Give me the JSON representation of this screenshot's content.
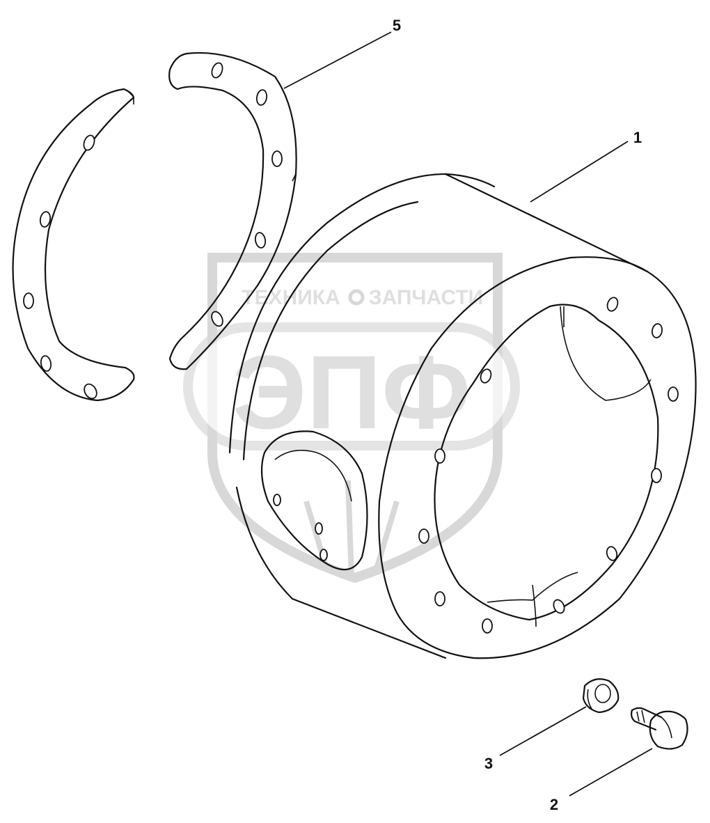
{
  "diagram": {
    "parts": [
      {
        "id": "drum",
        "callout": "1"
      },
      {
        "id": "bolt",
        "callout": "2"
      },
      {
        "id": "nut",
        "callout": "3"
      },
      {
        "id": "split-ring",
        "callout": "5"
      }
    ]
  },
  "watermark": {
    "top_text_left": "ТЕХНИКА",
    "top_text_right": "ЗАПЧАСТИ",
    "big_text": "ЭПФ",
    "color": "#d4d4d4"
  },
  "colors": {
    "line": "#111111",
    "background": "#ffffff"
  }
}
